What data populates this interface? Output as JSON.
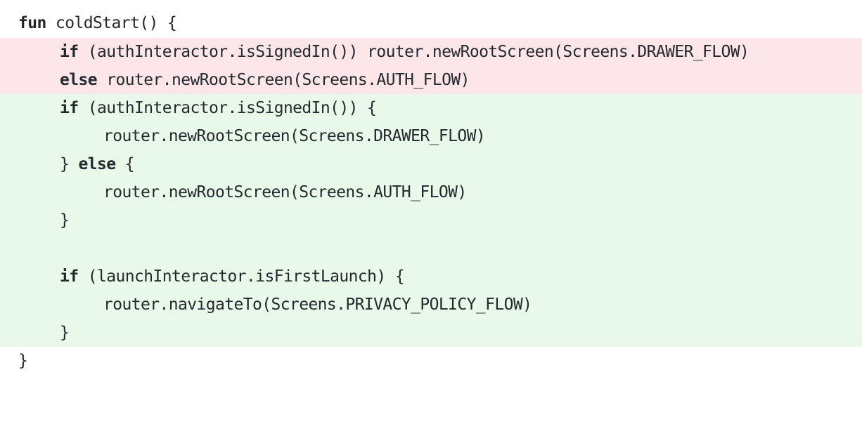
{
  "diff": {
    "lines": [
      {
        "type": "context",
        "indent": 0,
        "keyword": "fun",
        "text": " coldStart() {"
      },
      {
        "type": "removed",
        "indent": 1,
        "keyword": "if",
        "text": " (authInteractor.isSignedIn()) router.newRootScreen(Screens.DRAWER_FLOW)"
      },
      {
        "type": "removed",
        "indent": 1,
        "keyword": "else",
        "text": " router.newRootScreen(Screens.AUTH_FLOW)"
      },
      {
        "type": "added",
        "indent": 1,
        "keyword": "if",
        "text": " (authInteractor.isSignedIn()) {"
      },
      {
        "type": "added",
        "indent": 2,
        "keyword": "",
        "text": "router.newRootScreen(Screens.DRAWER_FLOW)"
      },
      {
        "type": "added",
        "indent": 1,
        "prefix": "} ",
        "keyword": "else",
        "text": " {"
      },
      {
        "type": "added",
        "indent": 2,
        "keyword": "",
        "text": "router.newRootScreen(Screens.AUTH_FLOW)"
      },
      {
        "type": "added",
        "indent": 1,
        "keyword": "",
        "text": "}"
      },
      {
        "type": "added",
        "indent": 0,
        "keyword": "",
        "text": ""
      },
      {
        "type": "added",
        "indent": 1,
        "keyword": "if",
        "text": " (launchInteractor.isFirstLaunch) {"
      },
      {
        "type": "added",
        "indent": 2,
        "keyword": "",
        "text": "router.navigateTo(Screens.PRIVACY_POLICY_FLOW)"
      },
      {
        "type": "added",
        "indent": 1,
        "keyword": "",
        "text": "}"
      },
      {
        "type": "context",
        "indent": 0,
        "keyword": "",
        "text": "}"
      }
    ]
  },
  "colors": {
    "removed_bg": "#fce6e9",
    "added_bg": "#e8f9ea",
    "text": "#24292e"
  }
}
